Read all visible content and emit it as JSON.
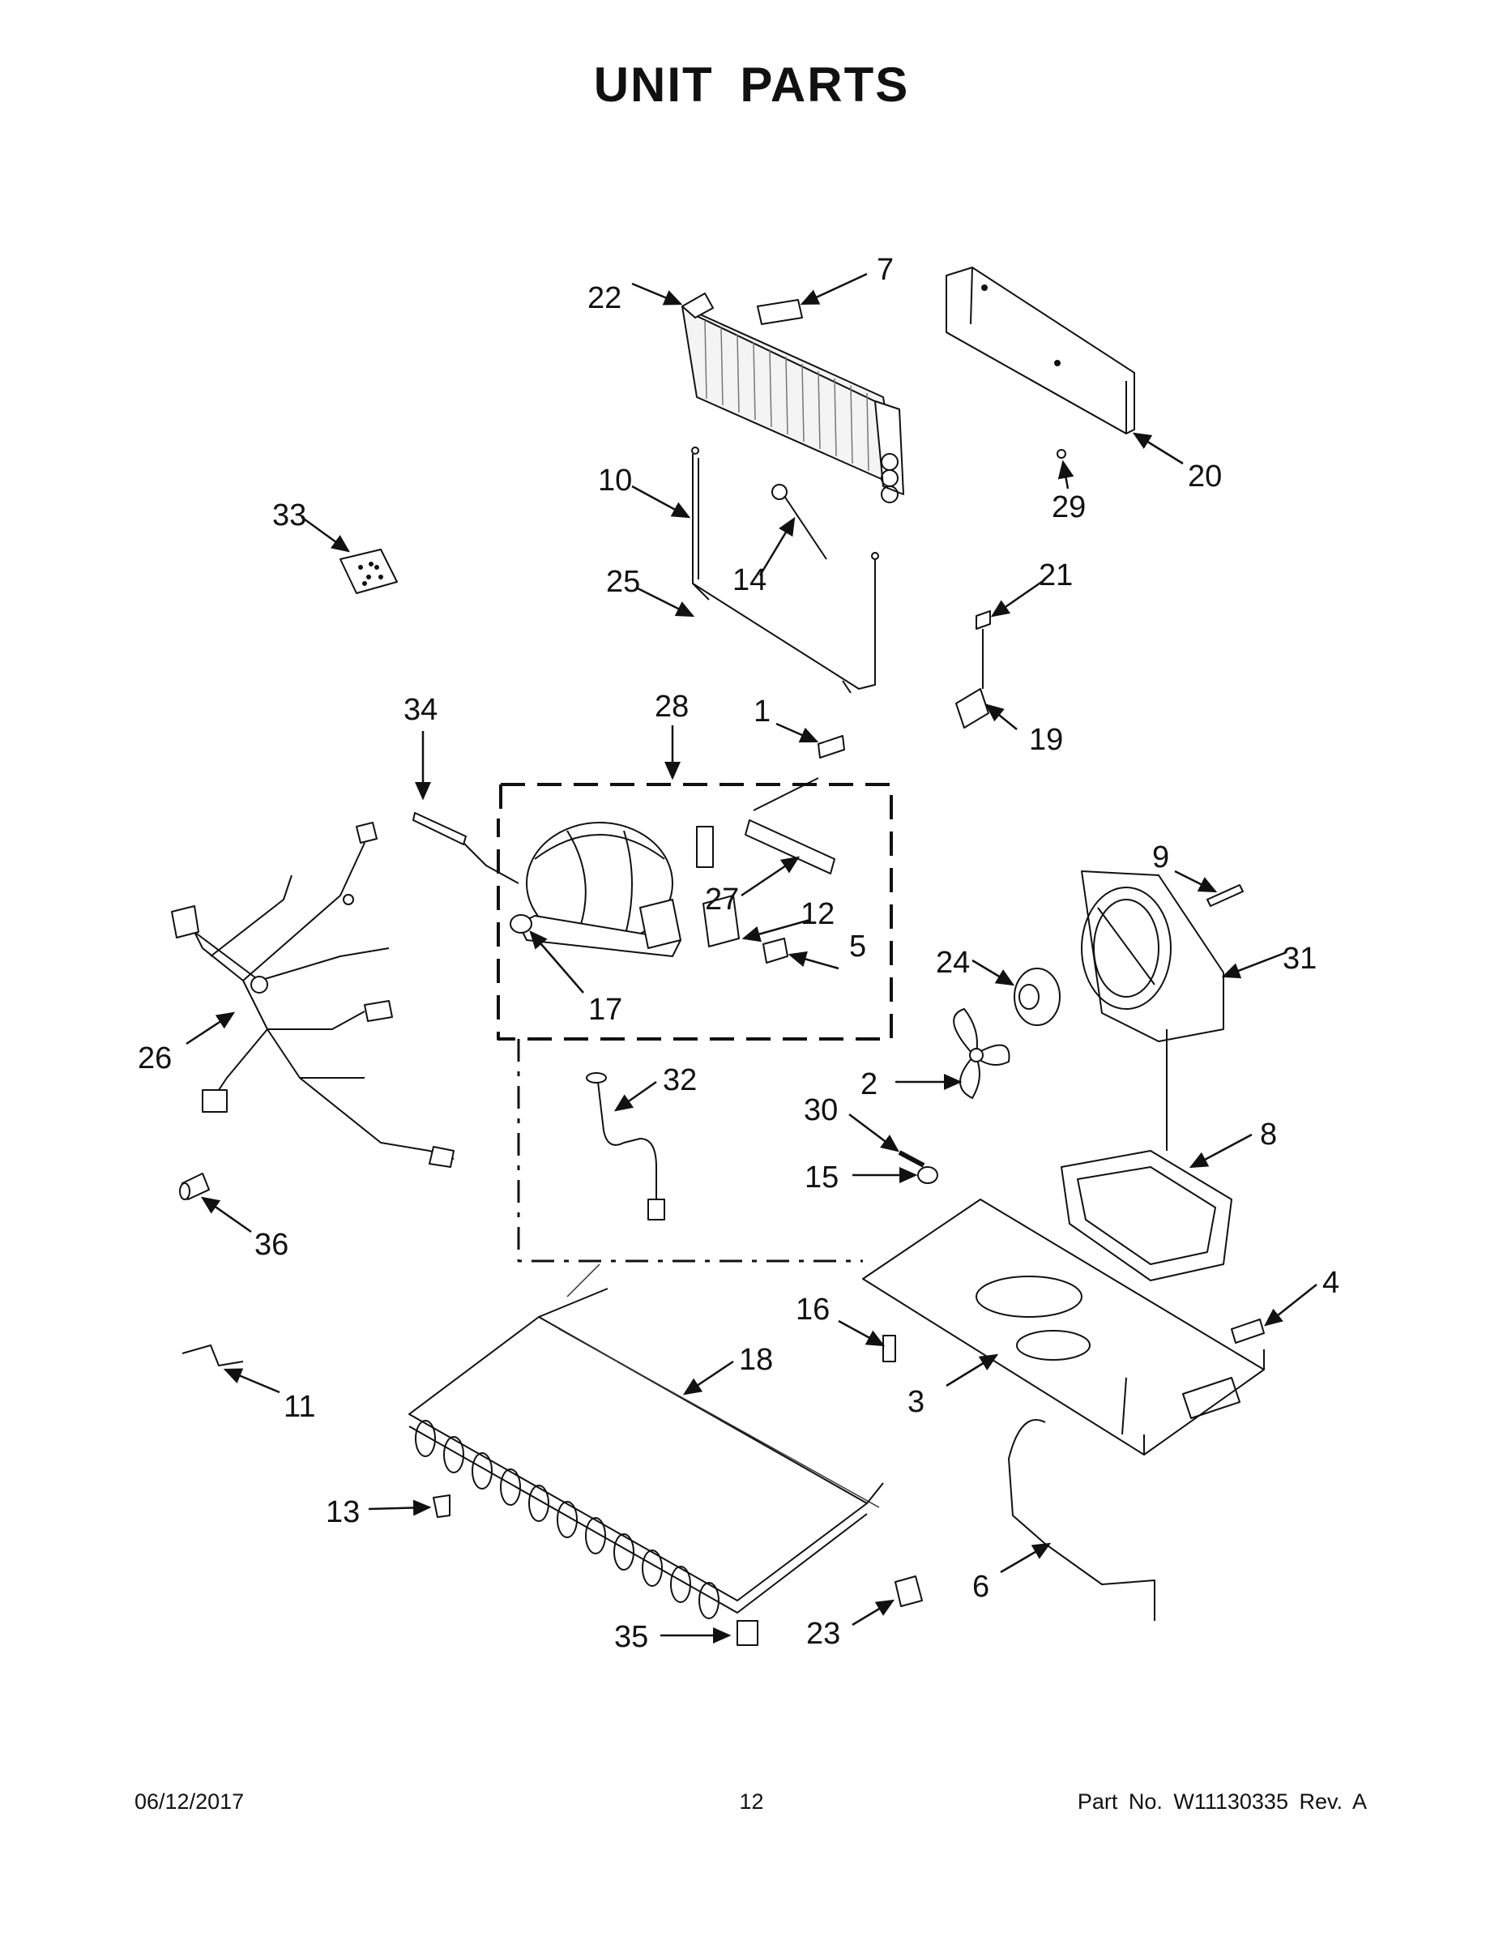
{
  "page": {
    "title": "UNIT PARTS",
    "footer": {
      "date": "06/12/2017",
      "page_number": "12",
      "part_no": "Part No.  W11130335  Rev.  A"
    }
  },
  "callouts": [
    "7",
    "22",
    "20",
    "29",
    "10",
    "14",
    "25",
    "33",
    "21",
    "19",
    "34",
    "28",
    "1",
    "27",
    "12",
    "5",
    "17",
    "9",
    "31",
    "24",
    "26",
    "2",
    "32",
    "30",
    "8",
    "15",
    "36",
    "4",
    "16",
    "18",
    "3",
    "11",
    "13",
    "6",
    "35",
    "23"
  ]
}
